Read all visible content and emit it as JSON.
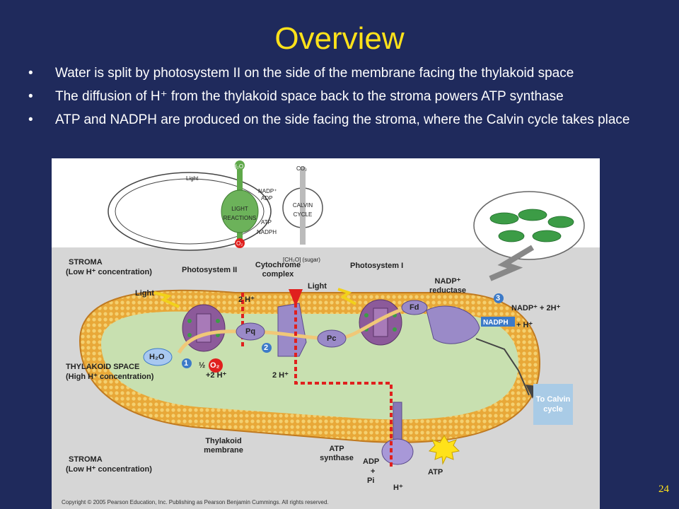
{
  "title": "Overview",
  "bullets": [
    "Water is split by photosystem II on the side of the membrane facing the thylakoid space",
    "The diffusion of H⁺ from the thylakoid space back to the stroma powers ATP synthase",
    "ATP and NADPH are produced on the side facing the stroma, where the Calvin cycle takes place"
  ],
  "bullet_symbol": "•",
  "page_number": "24",
  "figure": {
    "inset": {
      "h2o": "H₂O",
      "co2": "CO₂",
      "light": "Light",
      "nadp": "NADP⁺",
      "adp": "ADP",
      "light_reactions": "LIGHT REACTIONS",
      "atp": "ATP",
      "nadph": "NADPH",
      "calvin_cycle": "CALVIN CYCLE",
      "o2": "O₂",
      "sugar": "[CH₂O] (sugar)"
    },
    "stroma_top": "STROMA",
    "stroma_top_sub": "(Low H⁺ concentration)",
    "photosystem_ii": "Photosystem II",
    "cytochrome_complex": "Cytochrome complex",
    "photosystem_i": "Photosystem I",
    "nadp_reductase": "NADP⁺ reductase",
    "light_1": "Light",
    "light_2": "Light",
    "two_h_top": "2 H⁺",
    "pq": "Pq",
    "pc": "Pc",
    "fd": "Fd",
    "step_1": "1",
    "step_2": "2",
    "step_3": "3",
    "h2o": "H₂O",
    "half_o2": "½",
    "o2": "O₂",
    "plus_2h": "+2 H⁺",
    "two_h_bottom": "2 H⁺",
    "nadp_plus_2h": "NADP⁺ + 2H⁺",
    "nadph": "NADPH",
    "plus_h": "+ H⁺",
    "thylakoid_space": "THYLAKOID SPACE",
    "thylakoid_space_sub": "(High H⁺ concentration)",
    "to_calvin": "To Calvin cycle",
    "thylakoid_membrane": "Thylakoid membrane",
    "atp_synthase": "ATP synthase",
    "adp": "ADP",
    "plus": "+",
    "pi": "Pi",
    "atp": "ATP",
    "h_plus": "H⁺",
    "stroma_bottom": "STROMA",
    "stroma_bottom_sub": "(Low H⁺ concentration)",
    "copyright": "Copyright © 2005 Pearson Education, Inc. Publishing as Pearson Benjamin Cummings. All rights reserved."
  },
  "colors": {
    "background": "#1f2a5c",
    "title": "#ffe21a",
    "bullet_text": "#ffffff",
    "stroma": "#d4d4d4",
    "thylakoid_space": "#c8e0b0",
    "membrane": "#e8a838",
    "protein": "#8878b8",
    "proton_path": "#e0201e",
    "atp_star": "#ffe21a"
  }
}
